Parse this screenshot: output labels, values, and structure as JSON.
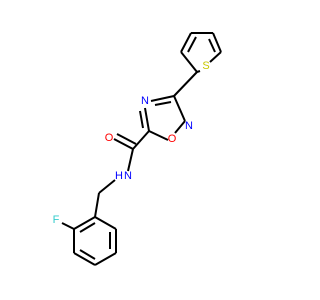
{
  "molecule": {
    "atoms": [
      {
        "label": "S",
        "color": "#C8C800"
      },
      {
        "label": "N",
        "color": "#0000FF"
      },
      {
        "label": "N",
        "color": "#0000FF"
      },
      {
        "label": "O",
        "color": "#FF0000"
      },
      {
        "label": "O",
        "color": "#FF0000"
      },
      {
        "label": "N",
        "color": "#0000FF"
      },
      {
        "label": "H",
        "color": "#0000FF"
      },
      {
        "label": "F",
        "color": "#33CCCC"
      }
    ],
    "bond_color": "#000000"
  }
}
